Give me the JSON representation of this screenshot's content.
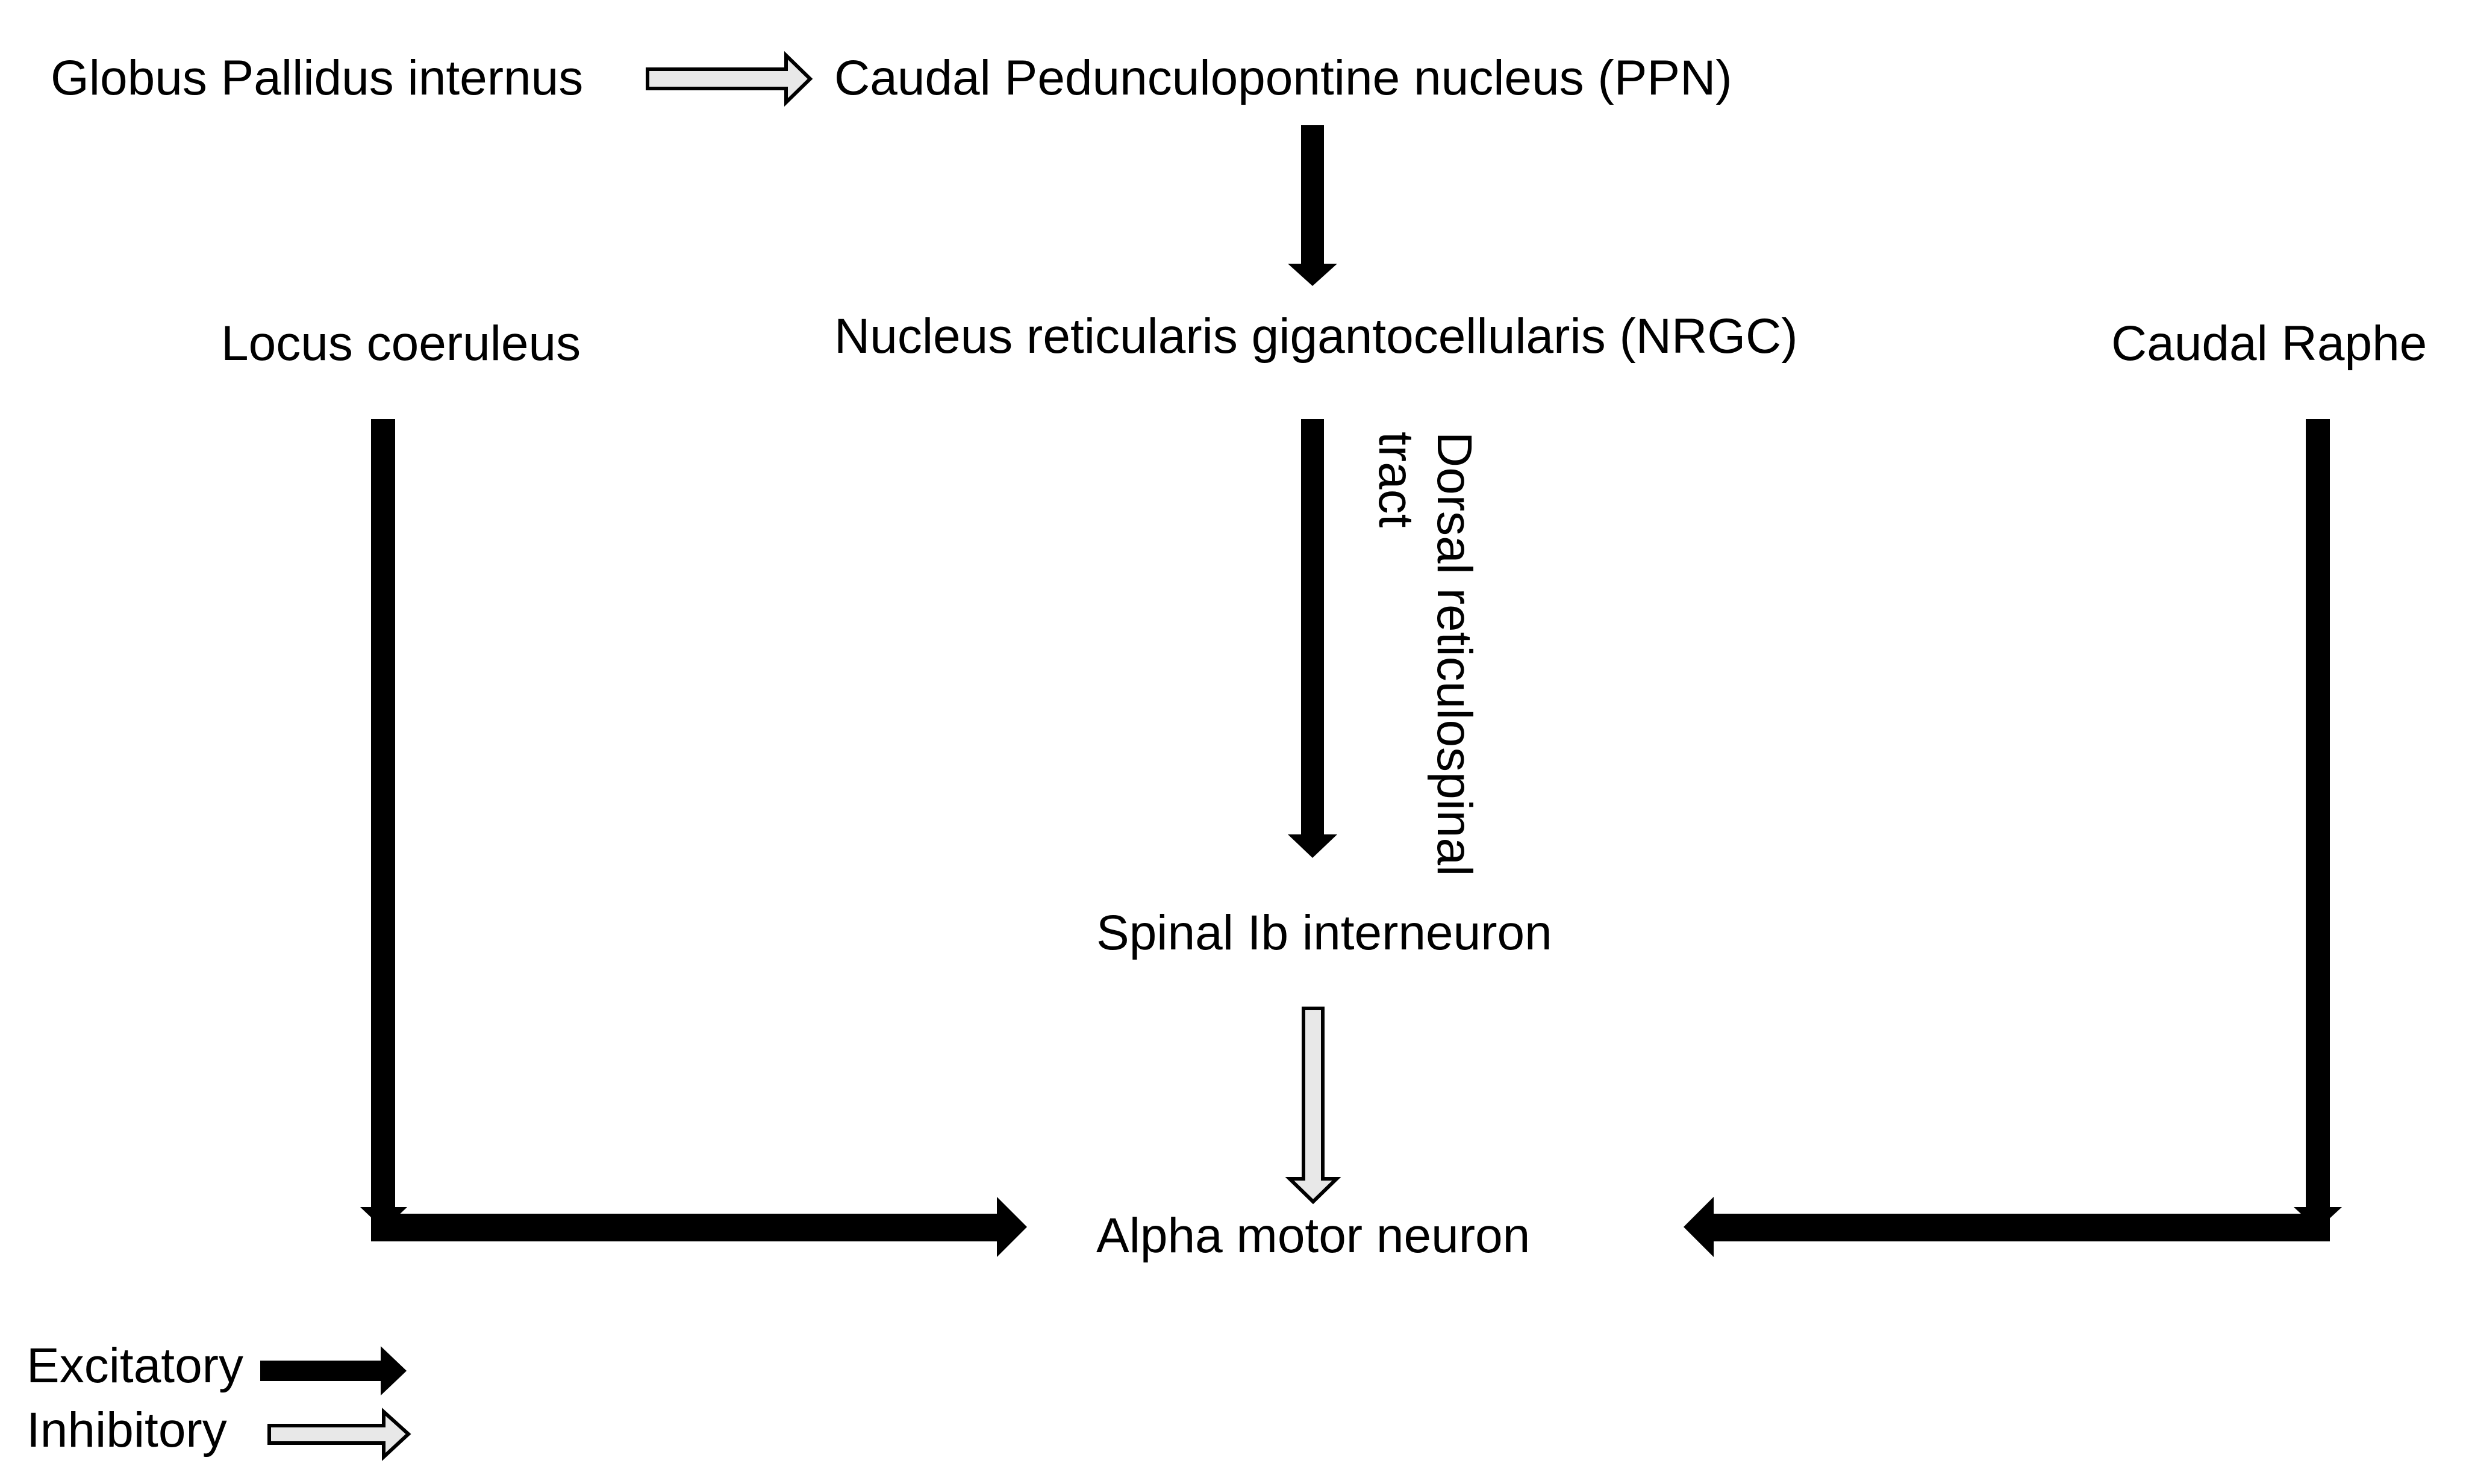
{
  "nodes": {
    "gpi": "Globus Pallidus internus",
    "ppn": "Caudal Pedunculopontine nucleus (PPN)",
    "locus": "Locus coeruleus",
    "nrgc": "Nucleus reticularis gigantocellularis (NRGC)",
    "raphe": "Caudal Raphe",
    "interneuron": "Spinal Ib interneuron",
    "alpha": "Alpha motor neuron"
  },
  "edge_labels": {
    "tract_line1": "Dorsal reticulospinal",
    "tract_line2": "tract"
  },
  "edges": [
    {
      "from": "Globus Pallidus internus",
      "to": "Caudal Pedunculopontine nucleus (PPN)",
      "type": "Inhibitory"
    },
    {
      "from": "Caudal Pedunculopontine nucleus (PPN)",
      "to": "Nucleus reticularis gigantocellularis (NRGC)",
      "type": "Excitatory"
    },
    {
      "from": "Nucleus reticularis gigantocellularis (NRGC)",
      "to": "Spinal Ib interneuron",
      "type": "Excitatory"
    },
    {
      "from": "Spinal Ib interneuron",
      "to": "Alpha motor neuron",
      "type": "Inhibitory"
    },
    {
      "from": "Locus coeruleus",
      "to": "Alpha motor neuron",
      "type": "Excitatory"
    },
    {
      "from": "Caudal Raphe",
      "to": "Alpha motor neuron",
      "type": "Excitatory"
    }
  ],
  "legend": {
    "excitatory": "Excitatory",
    "inhibitory": "Inhibitory"
  },
  "colors": {
    "excitatory_fill": "#000000",
    "inhibitory_fill": "#e8e8e8",
    "stroke": "#000000"
  }
}
